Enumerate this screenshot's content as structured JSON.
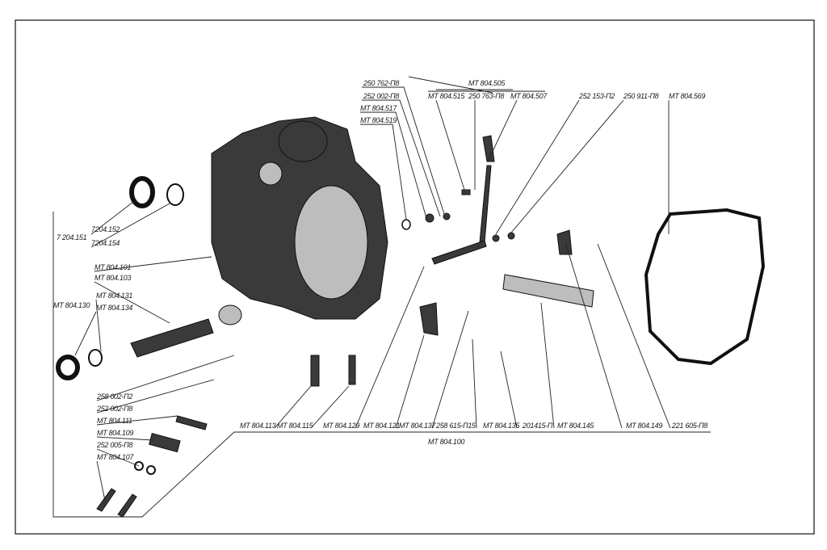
{
  "labels": {
    "top": [
      "250 762-П8",
      "252 002-П8",
      "МТ 804.517",
      "МТ 804.519"
    ],
    "shift_group": "МТ 804.505",
    "shift_parts": [
      "МТ 804.515",
      "250 763-П8",
      "МТ 804.507"
    ],
    "top_right": [
      "252 153-П2",
      "250 911-П8",
      "МТ 804.569"
    ],
    "seal_group": "7 204.151",
    "seal_parts": [
      "7204.152",
      "7204.154"
    ],
    "housing": [
      "МТ 804.101",
      "МТ 804.103"
    ],
    "bush_group": "МТ 804.130",
    "bush_parts": [
      "МТ 804.131",
      "МТ 804.134"
    ],
    "left_bottom": [
      "258 002-П2",
      "252 002-П8",
      "МТ 804.111",
      "МТ 804.109",
      "252 005-П8",
      "МТ 804.107"
    ],
    "bottom_row": [
      "МТ 804.113",
      "МТ 804.115",
      "МТ 804.129",
      "МТ 804.121",
      "МТ 804.137",
      "258 615-П15",
      "МТ 804.135",
      "201415-П",
      "МТ 804.145",
      "МТ 804.149",
      "221 605-П8"
    ],
    "assembly": "МТ 804.100"
  }
}
